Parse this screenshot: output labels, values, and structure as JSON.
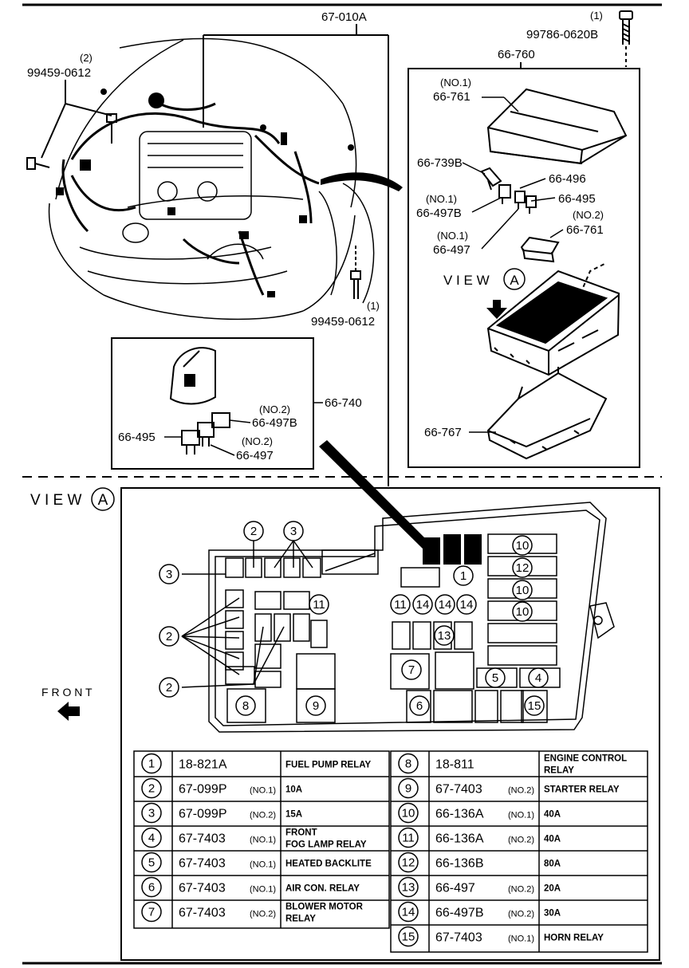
{
  "callouts": {
    "main_harness": "67-010A",
    "bolt_top_qty": "(1)",
    "bolt_top_part": "99786-0620B",
    "relay_box_assy": "66-760",
    "bolt_left_qty": "(2)",
    "bolt_left_part": "99459-0612",
    "bolt_right_qty": "(1)",
    "bolt_right_part": "99459-0612",
    "cover_no1_qty": "(NO.1)",
    "cover_no1_part": "66-761",
    "clip_part": "66-739B",
    "fuse_496": "66-496",
    "fuse_495": "66-495",
    "fuse_497b_no1_qty": "(NO.1)",
    "fuse_497b_no1_part": "66-497B",
    "cover_no2_qty": "(NO.2)",
    "cover_no2_part": "66-761",
    "fuse_497_no1_qty": "(NO.1)",
    "fuse_497_no1_part": "66-497",
    "view_word": "V I E W",
    "view_letter": "A",
    "lower_case_part": "66-767",
    "kit_part": "66-740",
    "kit_497b_qty": "(NO.2)",
    "kit_497b_part": "66-497B",
    "kit_495": "66-495",
    "kit_497_qty": "(NO.2)",
    "kit_497_part": "66-497",
    "front_label": "F R O N T"
  },
  "fusebox_callouts": [
    "1",
    "2",
    "2",
    "3",
    "3",
    "4",
    "5",
    "6",
    "7",
    "8",
    "9",
    "10",
    "10",
    "10",
    "11",
    "11",
    "12",
    "13",
    "14",
    "14",
    "14",
    "15"
  ],
  "legend": {
    "left": [
      {
        "num": "1",
        "code": "18-821A",
        "sub": "",
        "desc": "FUEL PUMP  RELAY"
      },
      {
        "num": "2",
        "code": "67-099P",
        "sub": "(NO.1)",
        "desc": "10A"
      },
      {
        "num": "3",
        "code": "67-099P",
        "sub": "(NO.2)",
        "desc": "15A"
      },
      {
        "num": "4",
        "code": "67-7403",
        "sub": "(NO.1)",
        "desc": "FRONT\nFOG LAMP RELAY"
      },
      {
        "num": "5",
        "code": "67-7403",
        "sub": "(NO.1)",
        "desc": "HEATED BACKLITE"
      },
      {
        "num": "6",
        "code": "67-7403",
        "sub": "(NO.1)",
        "desc": "AIR CON. RELAY"
      },
      {
        "num": "7",
        "code": "67-7403",
        "sub": "(NO.2)",
        "desc": "BLOWER MOTOR\nRELAY"
      }
    ],
    "right": [
      {
        "num": "8",
        "code": "18-811",
        "sub": "",
        "desc": "ENGINE CONTROL\nRELAY"
      },
      {
        "num": "9",
        "code": "67-7403",
        "sub": "(NO.2)",
        "desc": "STARTER RELAY"
      },
      {
        "num": "10",
        "code": "66-136A",
        "sub": "(NO.1)",
        "desc": "40A"
      },
      {
        "num": "11",
        "code": "66-136A",
        "sub": "(NO.2)",
        "desc": "40A"
      },
      {
        "num": "12",
        "code": "66-136B",
        "sub": "",
        "desc": "80A"
      },
      {
        "num": "13",
        "code": "66-497",
        "sub": "(NO.2)",
        "desc": "20A"
      },
      {
        "num": "14",
        "code": "66-497B",
        "sub": "(NO.2)",
        "desc": "30A"
      },
      {
        "num": "15",
        "code": "67-7403",
        "sub": "(NO.1)",
        "desc": "HORN RELAY"
      }
    ]
  }
}
